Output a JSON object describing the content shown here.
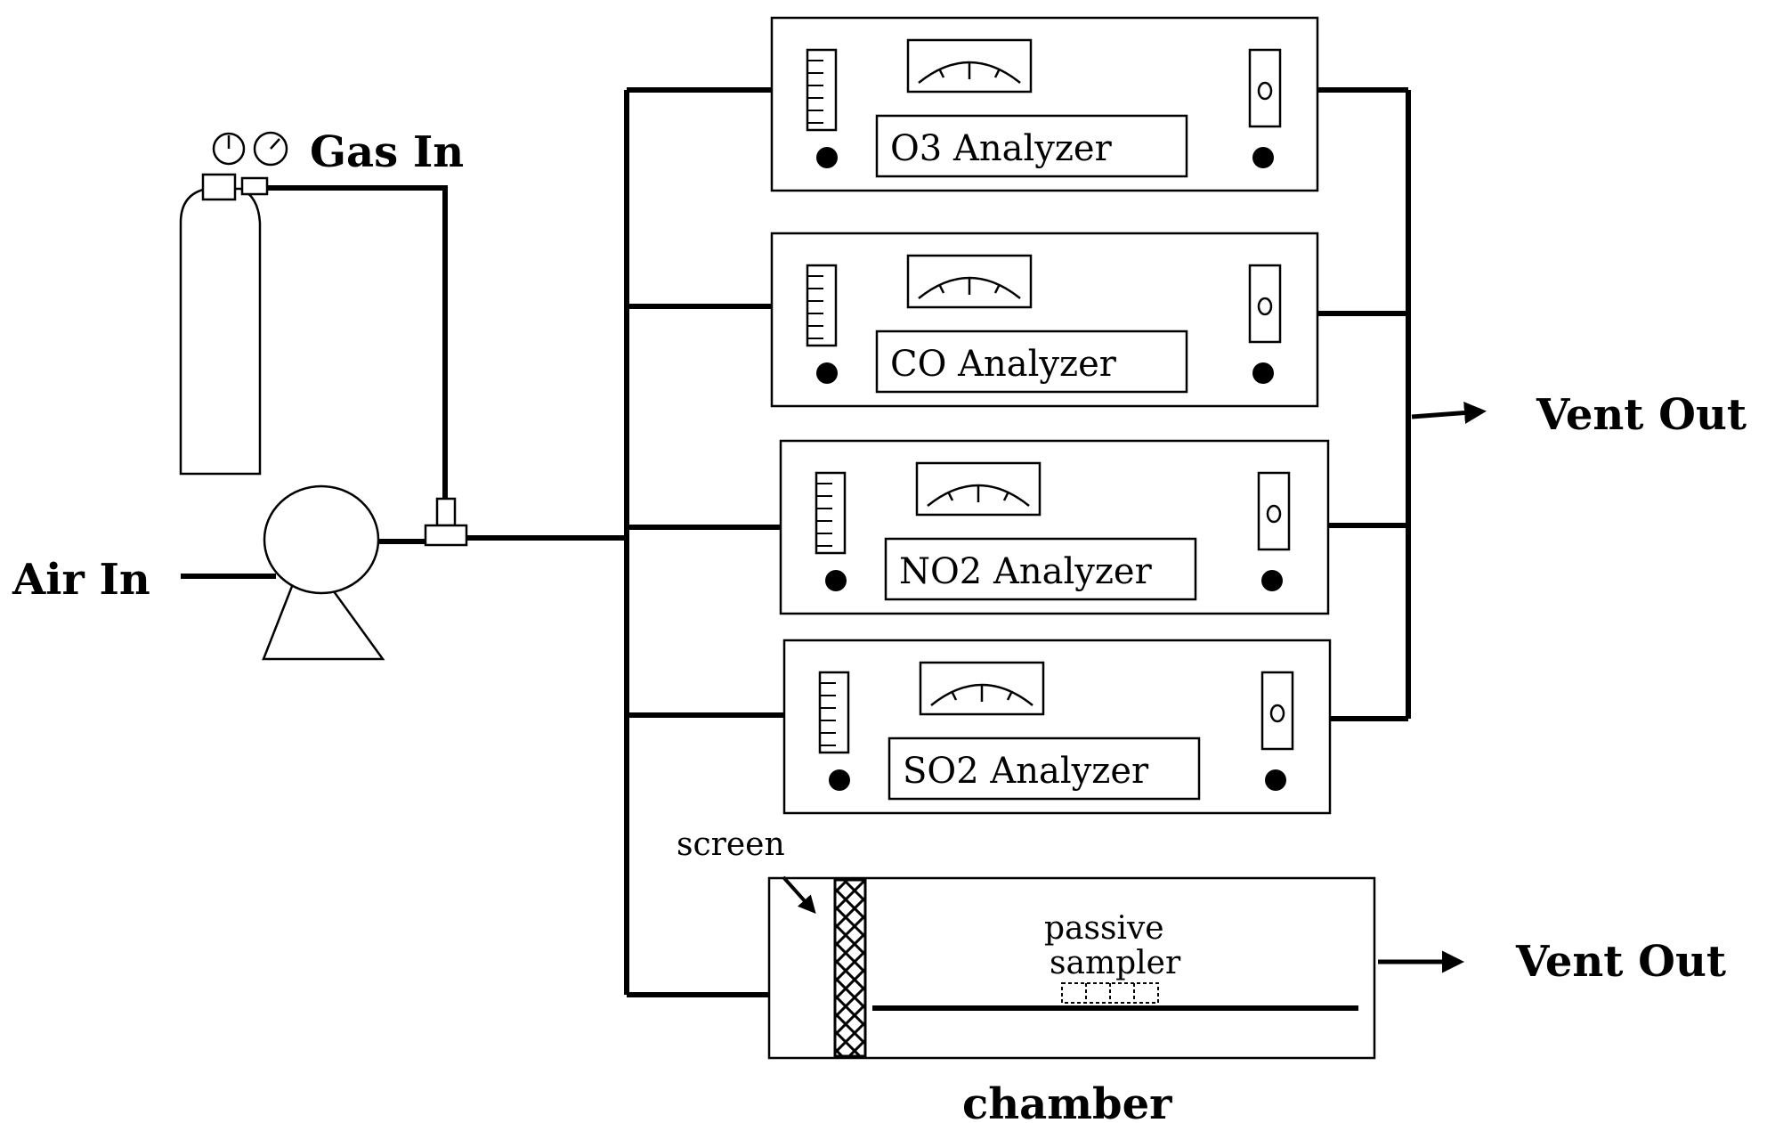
{
  "labels": {
    "gas_in": "Gas In",
    "air_in": "Air In",
    "vent_out_top": "Vent Out",
    "vent_out_bottom": "Vent Out",
    "screen": "screen",
    "passive": "passive",
    "sampler": "sampler",
    "chamber": "chamber"
  },
  "analyzers": [
    {
      "label": "O3  Analyzer"
    },
    {
      "label": "CO  Analyzer"
    },
    {
      "label": "NO2  Analyzer"
    },
    {
      "label": "SO2  Analyzer"
    }
  ]
}
